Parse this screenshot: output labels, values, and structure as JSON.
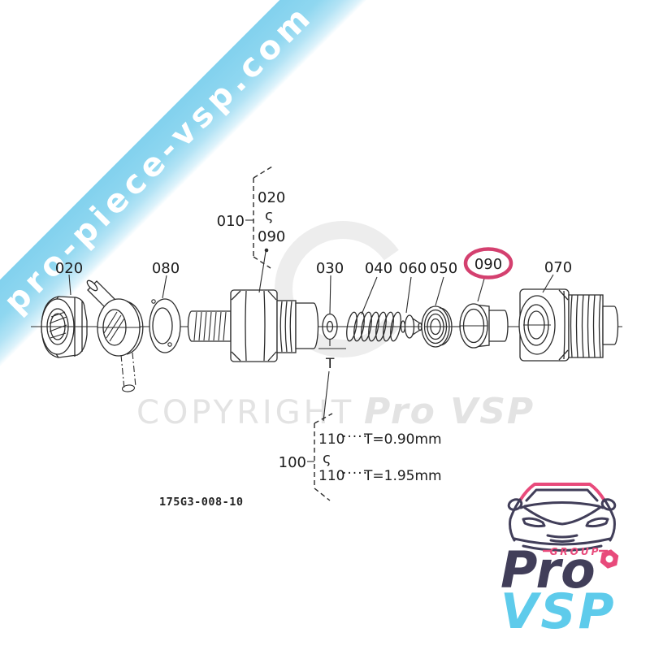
{
  "ribbon": {
    "text": "pro-piece-vsp.com",
    "color": "#8fd7f0"
  },
  "watermark": {
    "copyright": "COPYRIGHT",
    "brand": "Pro VSP",
    "color": "#e3e3e3"
  },
  "diagram": {
    "figure_code": "175G3-008-10",
    "labels": {
      "p020": "020",
      "p080": "080",
      "p030": "030",
      "p040": "040",
      "p060": "060",
      "p050": "050",
      "p090": "090",
      "p070": "070"
    },
    "assembly_bracket": {
      "label": "010",
      "range_top": "020",
      "tilde": "ς",
      "range_bottom": "090"
    },
    "thickness_marker": "T",
    "shim_bracket": {
      "label": "100",
      "tilde": "ς",
      "rows": [
        {
          "ref": "110",
          "dots": "·····",
          "value": "T=0.90mm"
        },
        {
          "ref": "110",
          "dots": "·····",
          "value": "T=1.95mm"
        }
      ]
    },
    "highlight_color": "#d4406f"
  },
  "logo": {
    "group_label": "GROUP",
    "brand_top": "Pro",
    "brand_bottom": "VSP",
    "colors": {
      "navy": "#413e59",
      "pink": "#e84a7b",
      "cyan": "#5ecbeb"
    }
  }
}
